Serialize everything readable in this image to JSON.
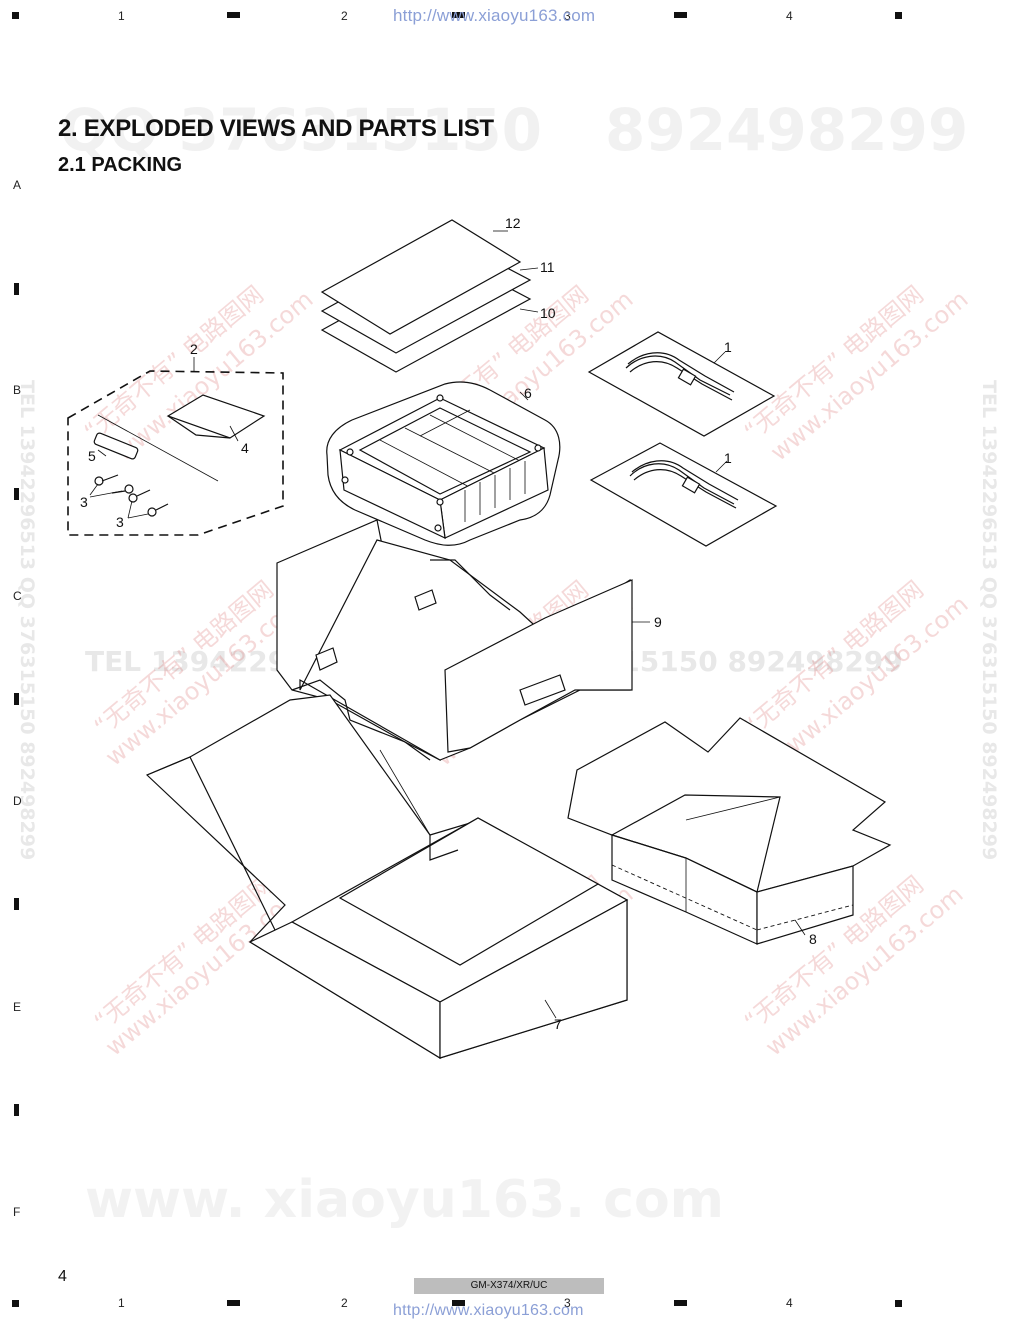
{
  "header": {
    "url": "http://www.xiaoyu163.com",
    "columns": [
      "1",
      "2",
      "3",
      "4"
    ]
  },
  "rows": [
    "A",
    "B",
    "C",
    "D",
    "E",
    "F"
  ],
  "title": "2. EXPLODED VIEWS AND PARTS LIST",
  "subtitle": "2.1 PACKING",
  "watermarks": {
    "qq_top": "QQ 376315150",
    "num_top": "892498299",
    "tel_mid": "TEL 13942296513",
    "qq_mid": "QQ 376315150  892498299",
    "bottom": "www. xiaoyu163. com",
    "side": "TEL 13942296513  QQ 376315150  892498299",
    "diag": "“无奇不有”  电路图网",
    "diag_url": "www.xiaoyu163.com"
  },
  "callouts": {
    "c1a": "1",
    "c1b": "1",
    "c2": "2",
    "c3a": "3",
    "c3b": "3",
    "c4": "4",
    "c5": "5",
    "c6": "6",
    "c7": "7",
    "c8": "8",
    "c9": "9",
    "c10": "10",
    "c11": "11",
    "c12": "12"
  },
  "footer": {
    "page_number": "4",
    "model": "GM-X374/XR/UC",
    "url": "http://www.xiaoyu163.com"
  }
}
